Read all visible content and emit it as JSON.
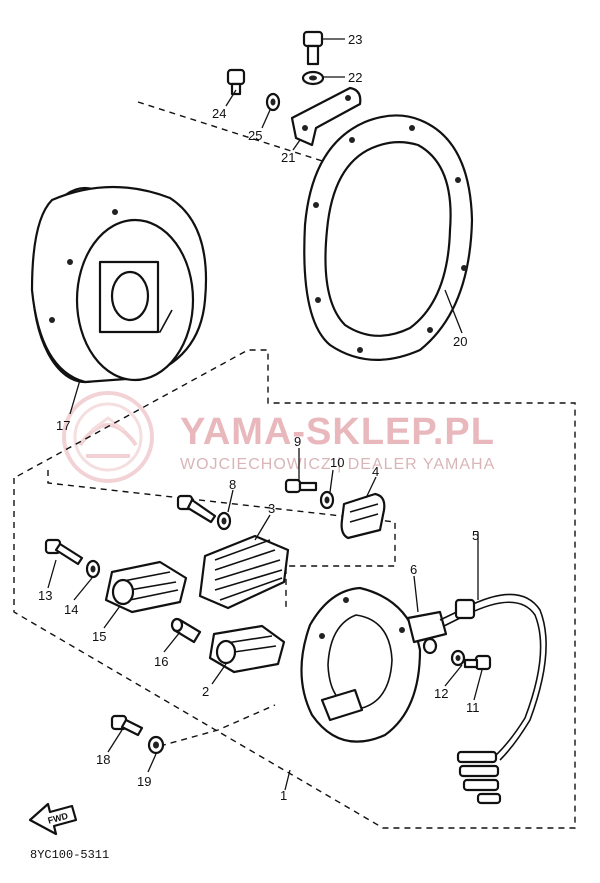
{
  "watermark": {
    "title": "YAMA-SKLEP.PL",
    "subtitle": "WOJCIECHOWICZ | DEALER YAMAHA",
    "color": "#e8b8bc"
  },
  "footer_code": "8YC100-5311",
  "fwd_label": "FWD",
  "callouts": {
    "n1": "1",
    "n2": "2",
    "n3": "3",
    "n4": "4",
    "n5": "5",
    "n6": "6",
    "n8": "8",
    "n9": "9",
    "n10": "10",
    "n11": "11",
    "n12": "12",
    "n13": "13",
    "n14": "14",
    "n15": "15",
    "n16": "16",
    "n17": "17",
    "n18": "18",
    "n19": "19",
    "n20": "20",
    "n21": "21",
    "n22": "22",
    "n23": "23",
    "n24": "24",
    "n25": "25"
  }
}
